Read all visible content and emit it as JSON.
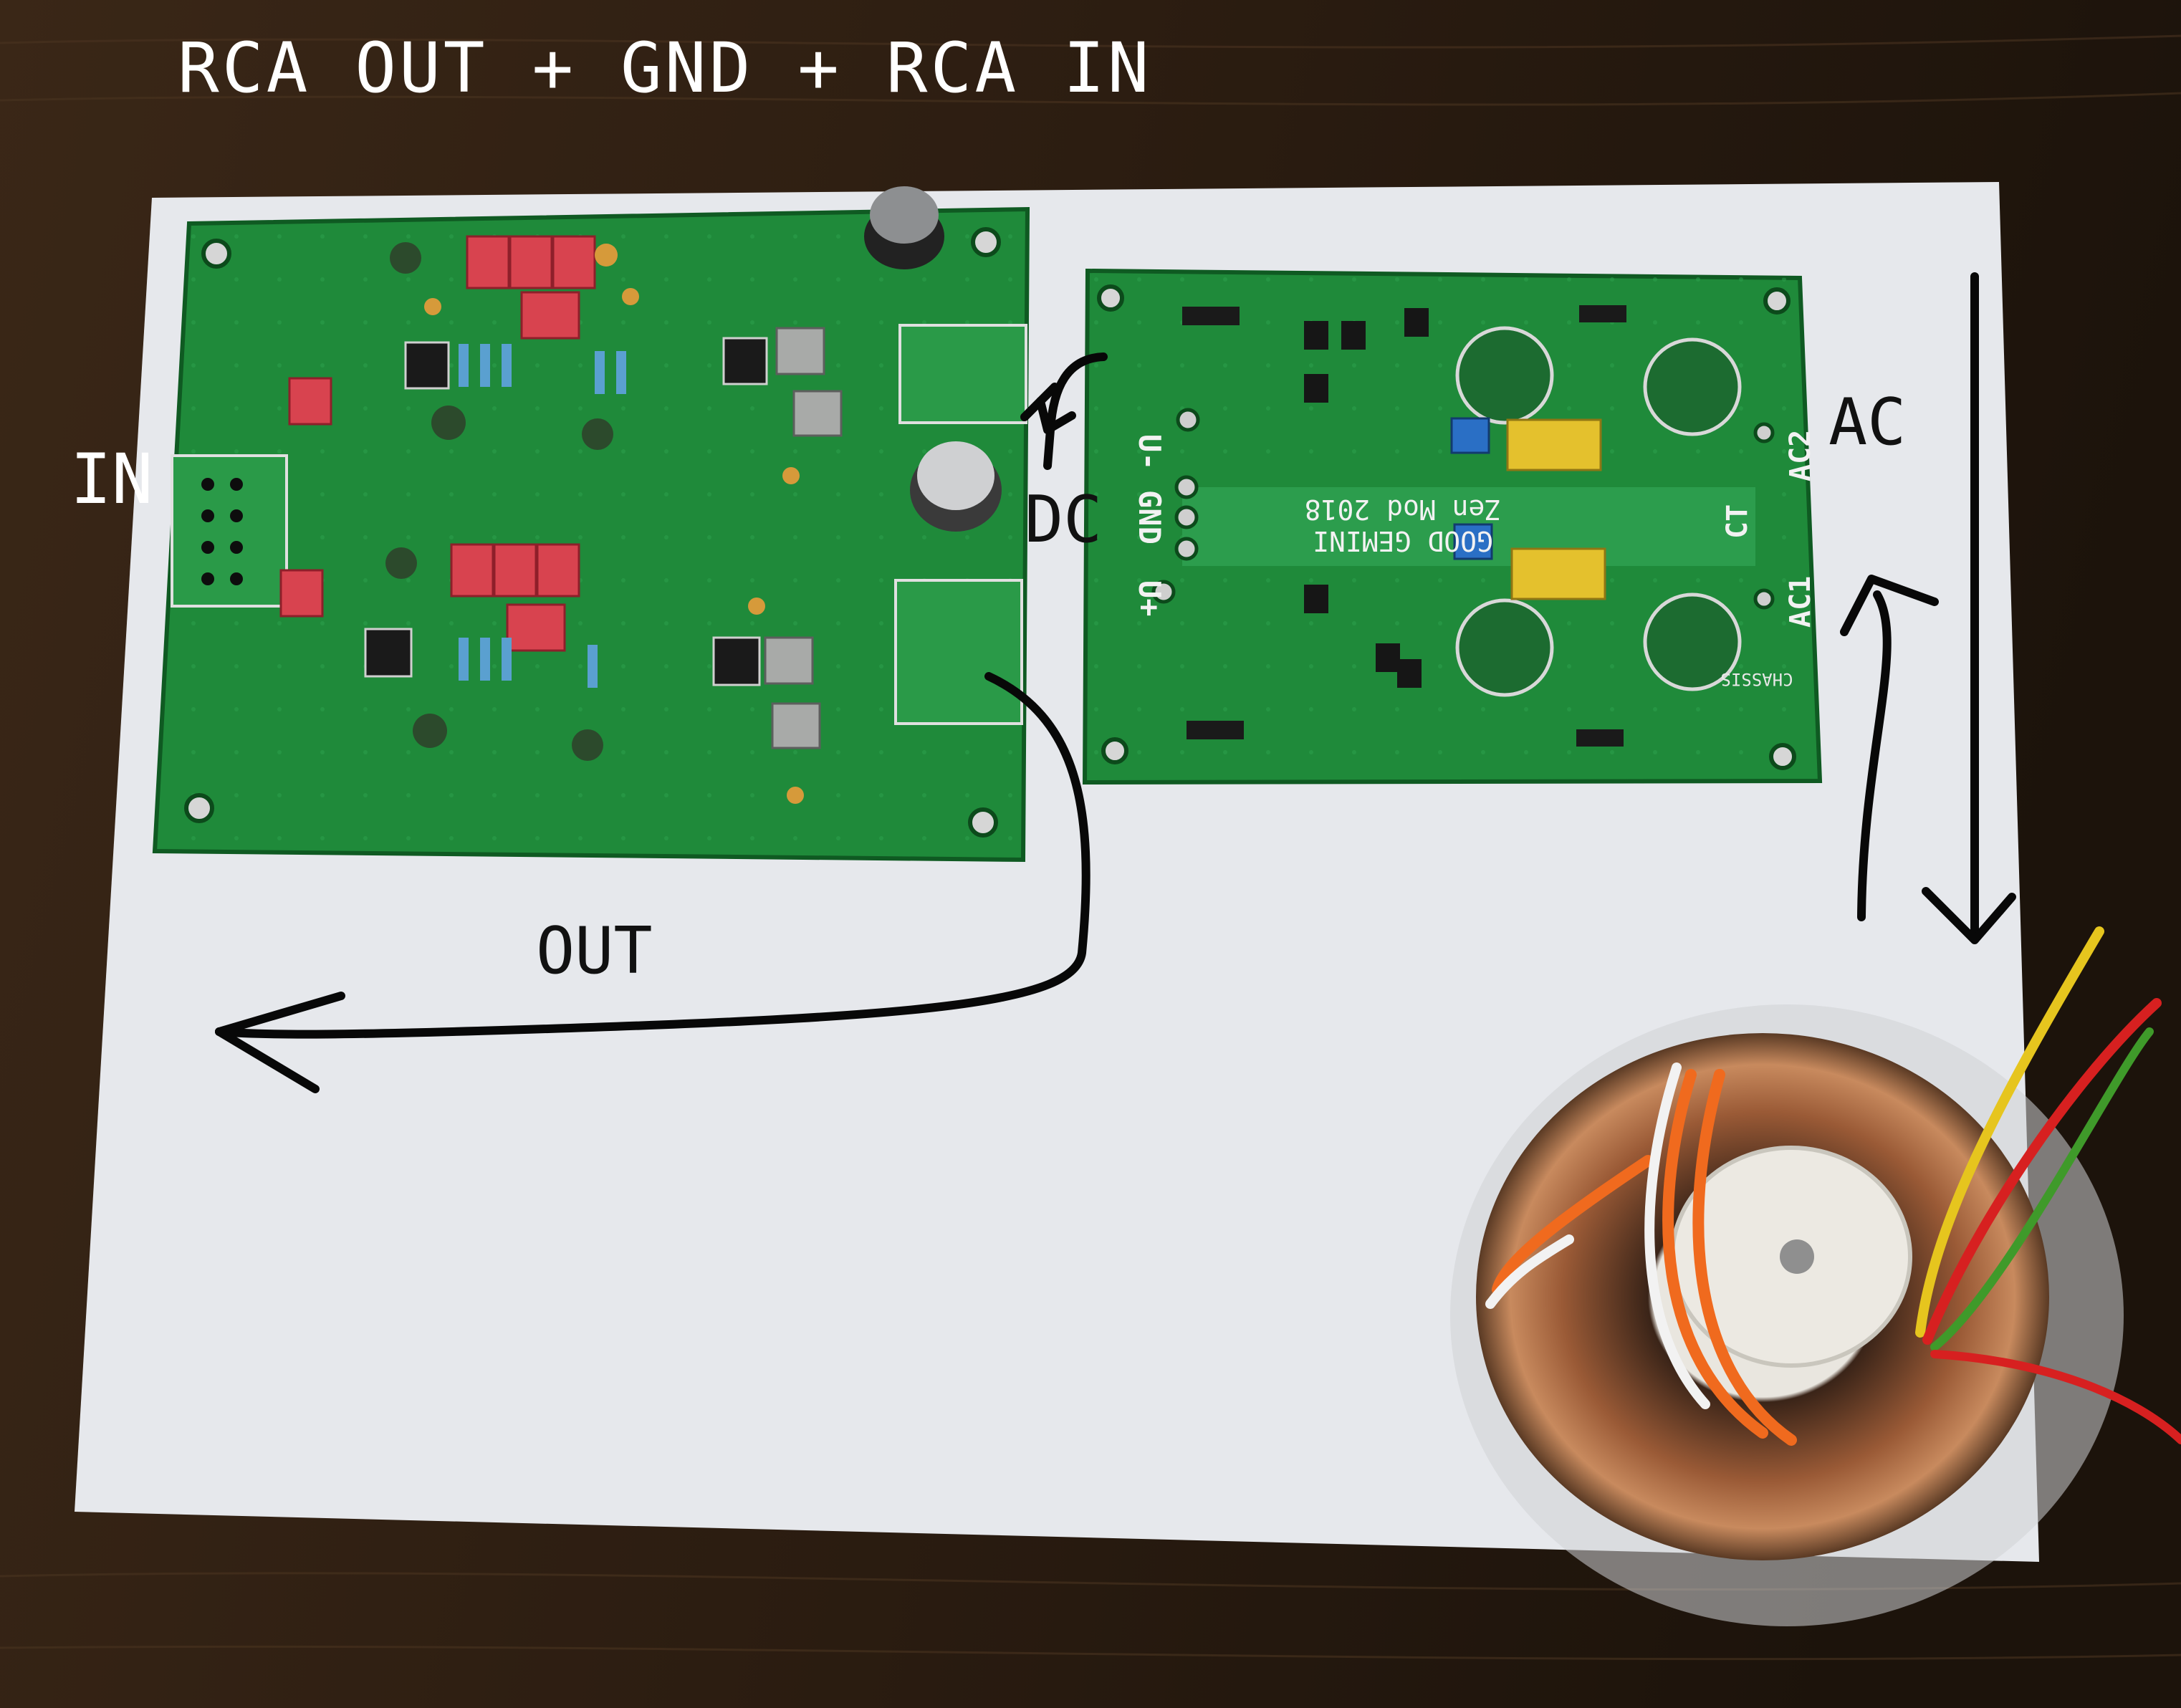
{
  "annotations": {
    "top_label": "RCA OUT + GND + RCA IN",
    "in_label": "IN",
    "dc_label": "DC",
    "out_label": "OUT",
    "ac_label": "AC"
  },
  "power_board": {
    "title_line1": "GOOD GEMINI",
    "title_line2": "Zen Mod 2018",
    "pins": {
      "u_minus": "U-",
      "gnd": "GND",
      "u_plus": "U+",
      "ac2": "AC2",
      "ct": "CT",
      "ac1": "AC1",
      "chassis": "CHASSIS"
    }
  },
  "colors": {
    "table": "#2a1d12",
    "paper": "#e6e8ec",
    "pcb": "#1f8a3a",
    "ink": "#111111"
  }
}
